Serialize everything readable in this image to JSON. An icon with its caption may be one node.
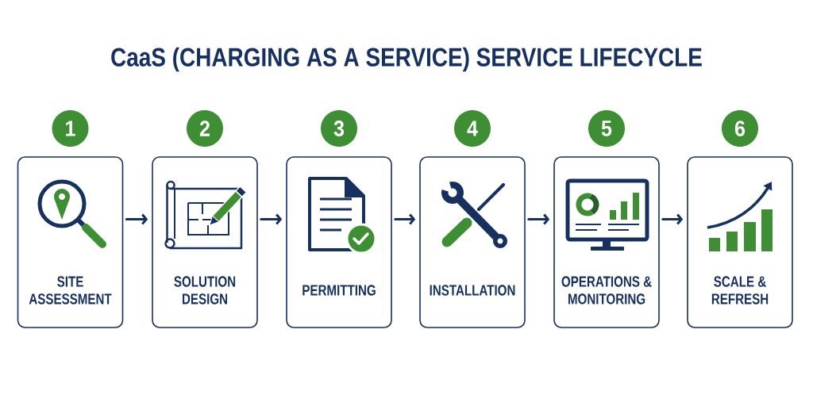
{
  "diagram": {
    "title": "CaaS (CHARGING AS A SERVICE) SERVICE LIFECYCLE",
    "nodes": [
      {
        "text": [
          "1"
        ]
      },
      {
        "text": [
          "SITE ASSESSMENT"
        ]
      },
      {
        "text": [
          "2"
        ]
      },
      {
        "text": [
          "SOLUTION DESIGN"
        ]
      },
      {
        "text": [
          "3"
        ]
      },
      {
        "text": [
          "PERMITTING"
        ]
      },
      {
        "text": [
          "4"
        ]
      },
      {
        "text": [
          "INSTALLATION"
        ]
      },
      {
        "text": [
          "5"
        ]
      },
      {
        "text": [
          "OPERATIONS & MONITORING"
        ]
      },
      {
        "text": [
          "6"
        ]
      },
      {
        "text": [
          "SCALE & REFRESH"
        ]
      }
    ],
    "edges": [
      {
        "from": 1,
        "to": 3,
        "arrow": "to"
      },
      {
        "from": 3,
        "to": 5,
        "arrow": "to"
      },
      {
        "from": 5,
        "to": 7,
        "arrow": "to"
      },
      {
        "from": 7,
        "to": 9,
        "arrow": "to"
      },
      {
        "from": 9,
        "to": 11,
        "arrow": "to"
      }
    ]
  }
}
